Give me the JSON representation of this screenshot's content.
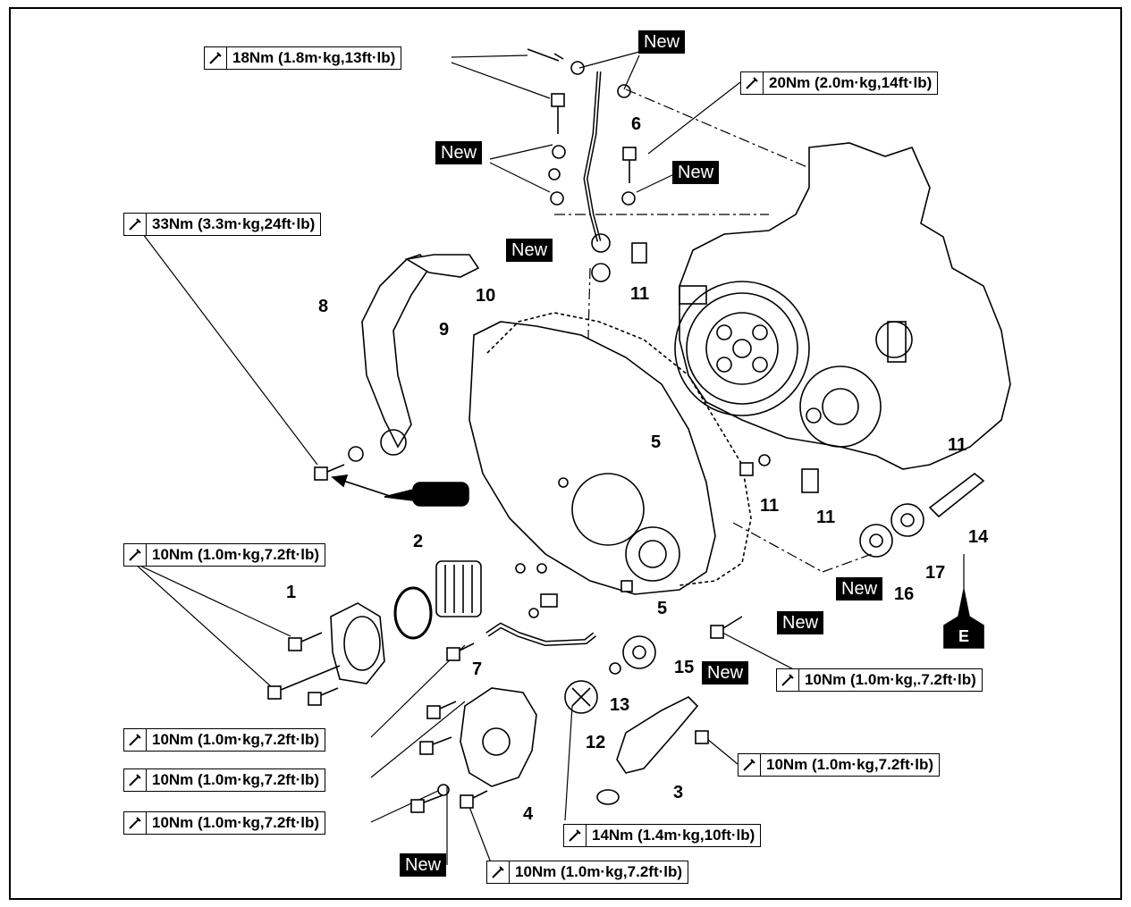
{
  "torque_specs": [
    {
      "id": "t1",
      "text": "18Nm (1.8m·kg,13ft·lb)"
    },
    {
      "id": "t2",
      "text": "20Nm (2.0m·kg,14ft·lb)"
    },
    {
      "id": "t3",
      "text": "33Nm (3.3m·kg,24ft·lb)"
    },
    {
      "id": "t4",
      "text": "10Nm (1.0m·kg,7.2ft·lb)"
    },
    {
      "id": "t5",
      "text": "10Nm (1.0m·kg,.7.2ft·lb)"
    },
    {
      "id": "t6",
      "text": "10Nm (1.0m·kg,7.2ft·lb)"
    },
    {
      "id": "t7",
      "text": "10Nm (1.0m·kg,7.2ft·lb)"
    },
    {
      "id": "t8",
      "text": "10Nm (1.0m·kg,7.2ft·lb)"
    },
    {
      "id": "t9",
      "text": "10Nm (1.0m·kg,7.2ft·lb)"
    },
    {
      "id": "t10",
      "text": "14Nm (1.4m·kg,10ft·lb)"
    },
    {
      "id": "t11",
      "text": "10Nm (1.0m·kg,7.2ft·lb)"
    }
  ],
  "new_label": "New",
  "part_numbers": [
    "1",
    "2",
    "3",
    "4",
    "5",
    "5",
    "6",
    "7",
    "8",
    "9",
    "10",
    "11",
    "11",
    "11",
    "11",
    "12",
    "13",
    "14",
    "15",
    "16",
    "17"
  ],
  "lubricant_symbol": "E"
}
